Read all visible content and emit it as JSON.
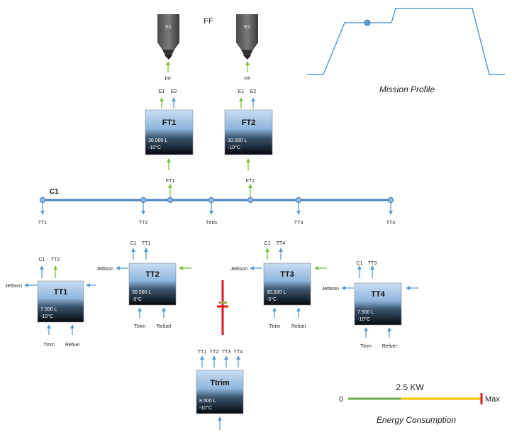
{
  "engines": {
    "header": "FF",
    "e1": {
      "label": "E1",
      "feed": "FF"
    },
    "e2": {
      "label": "E2",
      "feed": "FF"
    }
  },
  "mission_profile": {
    "label": "Mission Profile"
  },
  "bus": {
    "label": "C1"
  },
  "bus_nodes": [
    "TT1",
    "TT2",
    "FT1",
    "Ttrim",
    "FT2",
    "TT3",
    "TT4"
  ],
  "tanks": {
    "ft1": {
      "name": "FT1",
      "volume": "30.000 L",
      "temp": "-10°C",
      "out1": "E1",
      "out2": "E2"
    },
    "ft2": {
      "name": "FT2",
      "volume": "30.000 L",
      "temp": "-10°C",
      "out1": "E1",
      "out2": "E2"
    },
    "tt1": {
      "name": "TT1",
      "volume": "7.500 L",
      "temp": "-10°C",
      "out1": "C1",
      "out2": "TT2",
      "side": "Jettison",
      "in1": "Ttrim",
      "in2": "Refuel"
    },
    "tt2": {
      "name": "TT2",
      "volume": "30.500 L",
      "temp": "-5°C",
      "out1": "C1",
      "out2": "TT1",
      "side": "Jettison",
      "in1": "Ttrim",
      "in2": "Refuel"
    },
    "tt3": {
      "name": "TT3",
      "volume": "30.500 L",
      "temp": "-5°C",
      "out1": "C1",
      "out2": "TT4",
      "side": "Jettison",
      "in1": "Ttrim",
      "in2": "Refuel"
    },
    "tt4": {
      "name": "TT4",
      "volume": "7.500 L",
      "temp": "-10°C",
      "out1": "C1",
      "out2": "TT3",
      "side": "Jettison",
      "in1": "Ttrim",
      "in2": "Refuel"
    },
    "ttrim": {
      "name": "Ttrim",
      "volume": "8.500 L",
      "temp": "-10°C",
      "outs": [
        "TT1",
        "TT2",
        "TT3",
        "TT4"
      ]
    }
  },
  "energy": {
    "value": "2.5 KW",
    "min": "0",
    "max": "Max",
    "label": "Energy Consumption",
    "level": 0.4
  },
  "colors": {
    "bus": "#4a86c0",
    "arrow_blue": "#5b9bd5",
    "arrow_green": "#7cc03f",
    "trim_indicator": "#d81e1e",
    "bar_green": "#6aa84f",
    "bar_orange": "#ffc000"
  }
}
